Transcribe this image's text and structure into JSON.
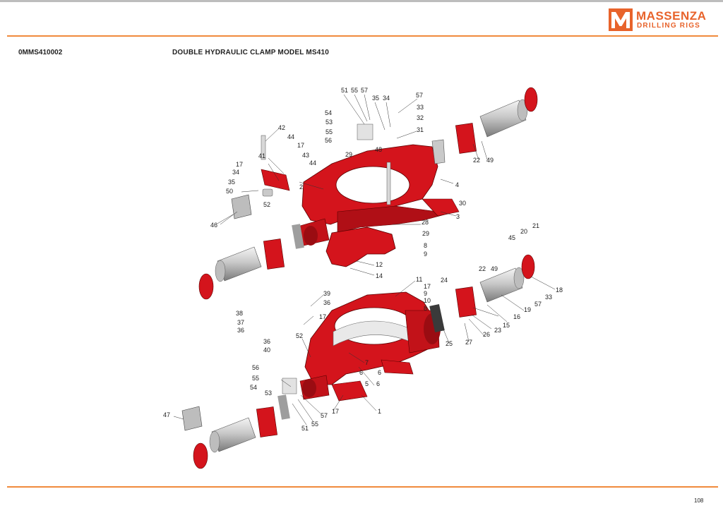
{
  "header": {
    "brand_name": "MASSENZA",
    "brand_tagline": "DRILLING RIGS",
    "logo_letter": "M",
    "brand_color": "#e8632b"
  },
  "document": {
    "code": "0MMS410002",
    "title": "DOUBLE HYDRAULIC CLAMP MODEL MS410",
    "page_number": "108"
  },
  "drawing": {
    "part_color": "#d4141c",
    "labels": [
      "51",
      "55",
      "57",
      "35",
      "34",
      "57",
      "33",
      "32",
      "31",
      "54",
      "53",
      "55",
      "56",
      "42",
      "44",
      "17",
      "43",
      "44",
      "41",
      "17",
      "34",
      "35",
      "50",
      "48",
      "29",
      "2",
      "4",
      "30",
      "3",
      "46",
      "52",
      "28",
      "29",
      "8",
      "9",
      "12",
      "14",
      "22",
      "49",
      "22",
      "49",
      "45",
      "20",
      "21",
      "18",
      "33",
      "57",
      "19",
      "16",
      "15",
      "23",
      "26",
      "27",
      "24",
      "25",
      "11",
      "17",
      "9",
      "10",
      "8",
      "39",
      "36",
      "17",
      "38",
      "37",
      "36",
      "36",
      "40",
      "52",
      "7",
      "6",
      "6",
      "5",
      "6",
      "56",
      "55",
      "54",
      "53",
      "57",
      "55",
      "51",
      "17",
      "1",
      "47"
    ]
  }
}
